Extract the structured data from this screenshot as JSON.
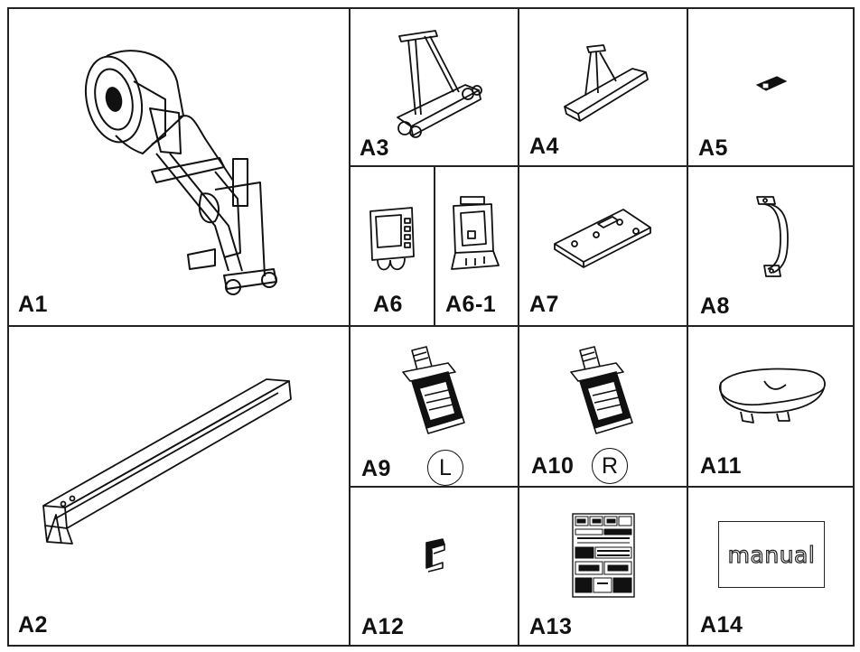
{
  "parts": [
    {
      "id": "A1",
      "label": "A1",
      "icon": "rowing-machine-icon"
    },
    {
      "id": "A2",
      "label": "A2",
      "icon": "main-rail-beam-icon"
    },
    {
      "id": "A3",
      "label": "A3",
      "icon": "front-stabilizer-stand-icon"
    },
    {
      "id": "A4",
      "label": "A4",
      "icon": "rear-stabilizer-stand-icon"
    },
    {
      "id": "A5",
      "label": "A5",
      "icon": "small-connector-icon"
    },
    {
      "id": "A6",
      "label": "A6",
      "icon": "console-monitor-icon"
    },
    {
      "id": "A6-1",
      "label": "A6-1",
      "icon": "console-bracket-icon"
    },
    {
      "id": "A7",
      "label": "A7",
      "icon": "mounting-plate-icon"
    },
    {
      "id": "A8",
      "label": "A8",
      "icon": "handle-bar-icon"
    },
    {
      "id": "A9",
      "label": "A9",
      "icon": "left-foot-pedal-icon",
      "side": "L"
    },
    {
      "id": "A10",
      "label": "A10",
      "icon": "right-foot-pedal-icon",
      "side": "R"
    },
    {
      "id": "A11",
      "label": "A11",
      "icon": "seat-cushion-icon"
    },
    {
      "id": "A12",
      "label": "A12",
      "icon": "clip-bracket-icon"
    },
    {
      "id": "A13",
      "label": "A13",
      "icon": "hardware-pack-sheet-icon"
    },
    {
      "id": "A14",
      "label": "A14",
      "icon": "manual-booklet-icon",
      "text": "manual"
    }
  ]
}
